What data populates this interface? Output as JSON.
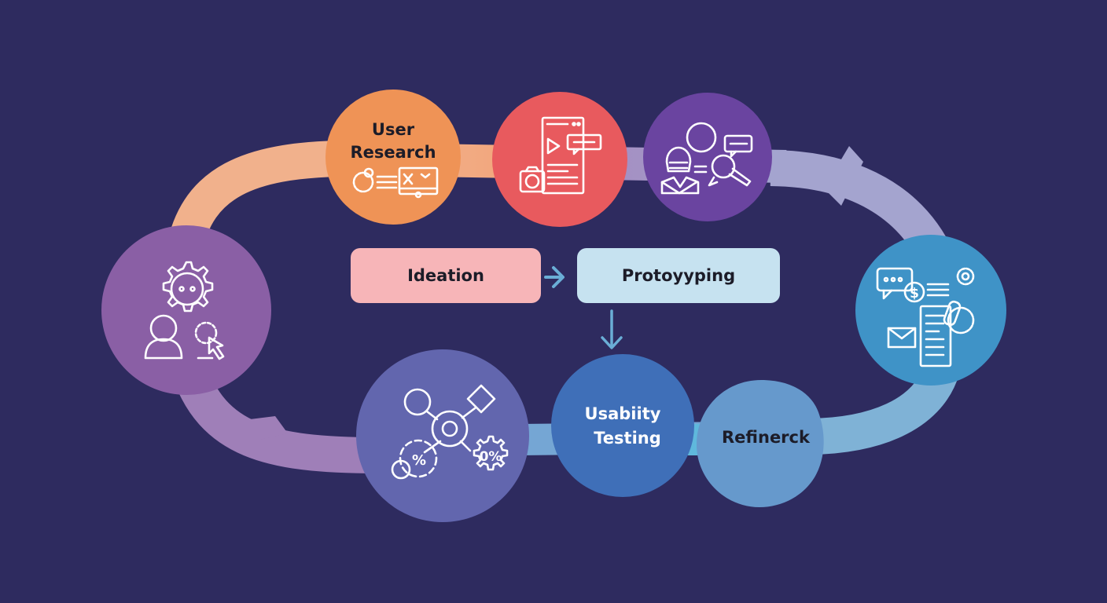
{
  "diagram": {
    "type": "design-process-cycle",
    "background_color": "#2e2b5f",
    "nodes": [
      {
        "id": "user-research",
        "label_lines": [
          "User",
          "Research"
        ],
        "color": "#ef9356",
        "text_color": "#1c1c28",
        "icon": "research-analytics-icon"
      },
      {
        "id": "mobile-content",
        "label_lines": [],
        "color": "#e85a5e",
        "icon": "mobile-video-camera-icon"
      },
      {
        "id": "interview",
        "label_lines": [],
        "color": "#6a44a0",
        "icon": "user-interview-icon"
      },
      {
        "id": "feedback",
        "label_lines": [],
        "color": "#3f93c7",
        "icon": "feedback-document-icon"
      },
      {
        "id": "refinement",
        "label_lines": [
          "Refinerck"
        ],
        "color": "#6699cc",
        "text_color": "#1c1c28",
        "icon": null
      },
      {
        "id": "usability-testing",
        "label_lines": [
          "Usabiity",
          "Testing"
        ],
        "color": "#3f6fb8",
        "text_color": "#ffffff",
        "icon": null
      },
      {
        "id": "analytics",
        "label_lines": [],
        "color": "#6266ae",
        "icon": "flow-percentage-icon"
      },
      {
        "id": "settings-user",
        "label_lines": [],
        "color": "#8a5fa5",
        "icon": "gear-user-cursor-icon"
      }
    ],
    "center_steps": [
      {
        "id": "ideation",
        "label": "Ideation",
        "color": "#f7b5b8"
      },
      {
        "id": "prototyping",
        "label": "Protoyyping",
        "color": "#c6e2f0"
      }
    ],
    "center_arrows": [
      {
        "from": "ideation",
        "to": "prototyping",
        "direction": "right",
        "color": "#6aaed6"
      },
      {
        "from": "prototyping",
        "to": "usability-testing",
        "direction": "down",
        "color": "#6aaed6"
      }
    ],
    "icon_texts": {
      "percent_small": "%",
      "percent_gear": "0%",
      "dollar": "$"
    }
  }
}
